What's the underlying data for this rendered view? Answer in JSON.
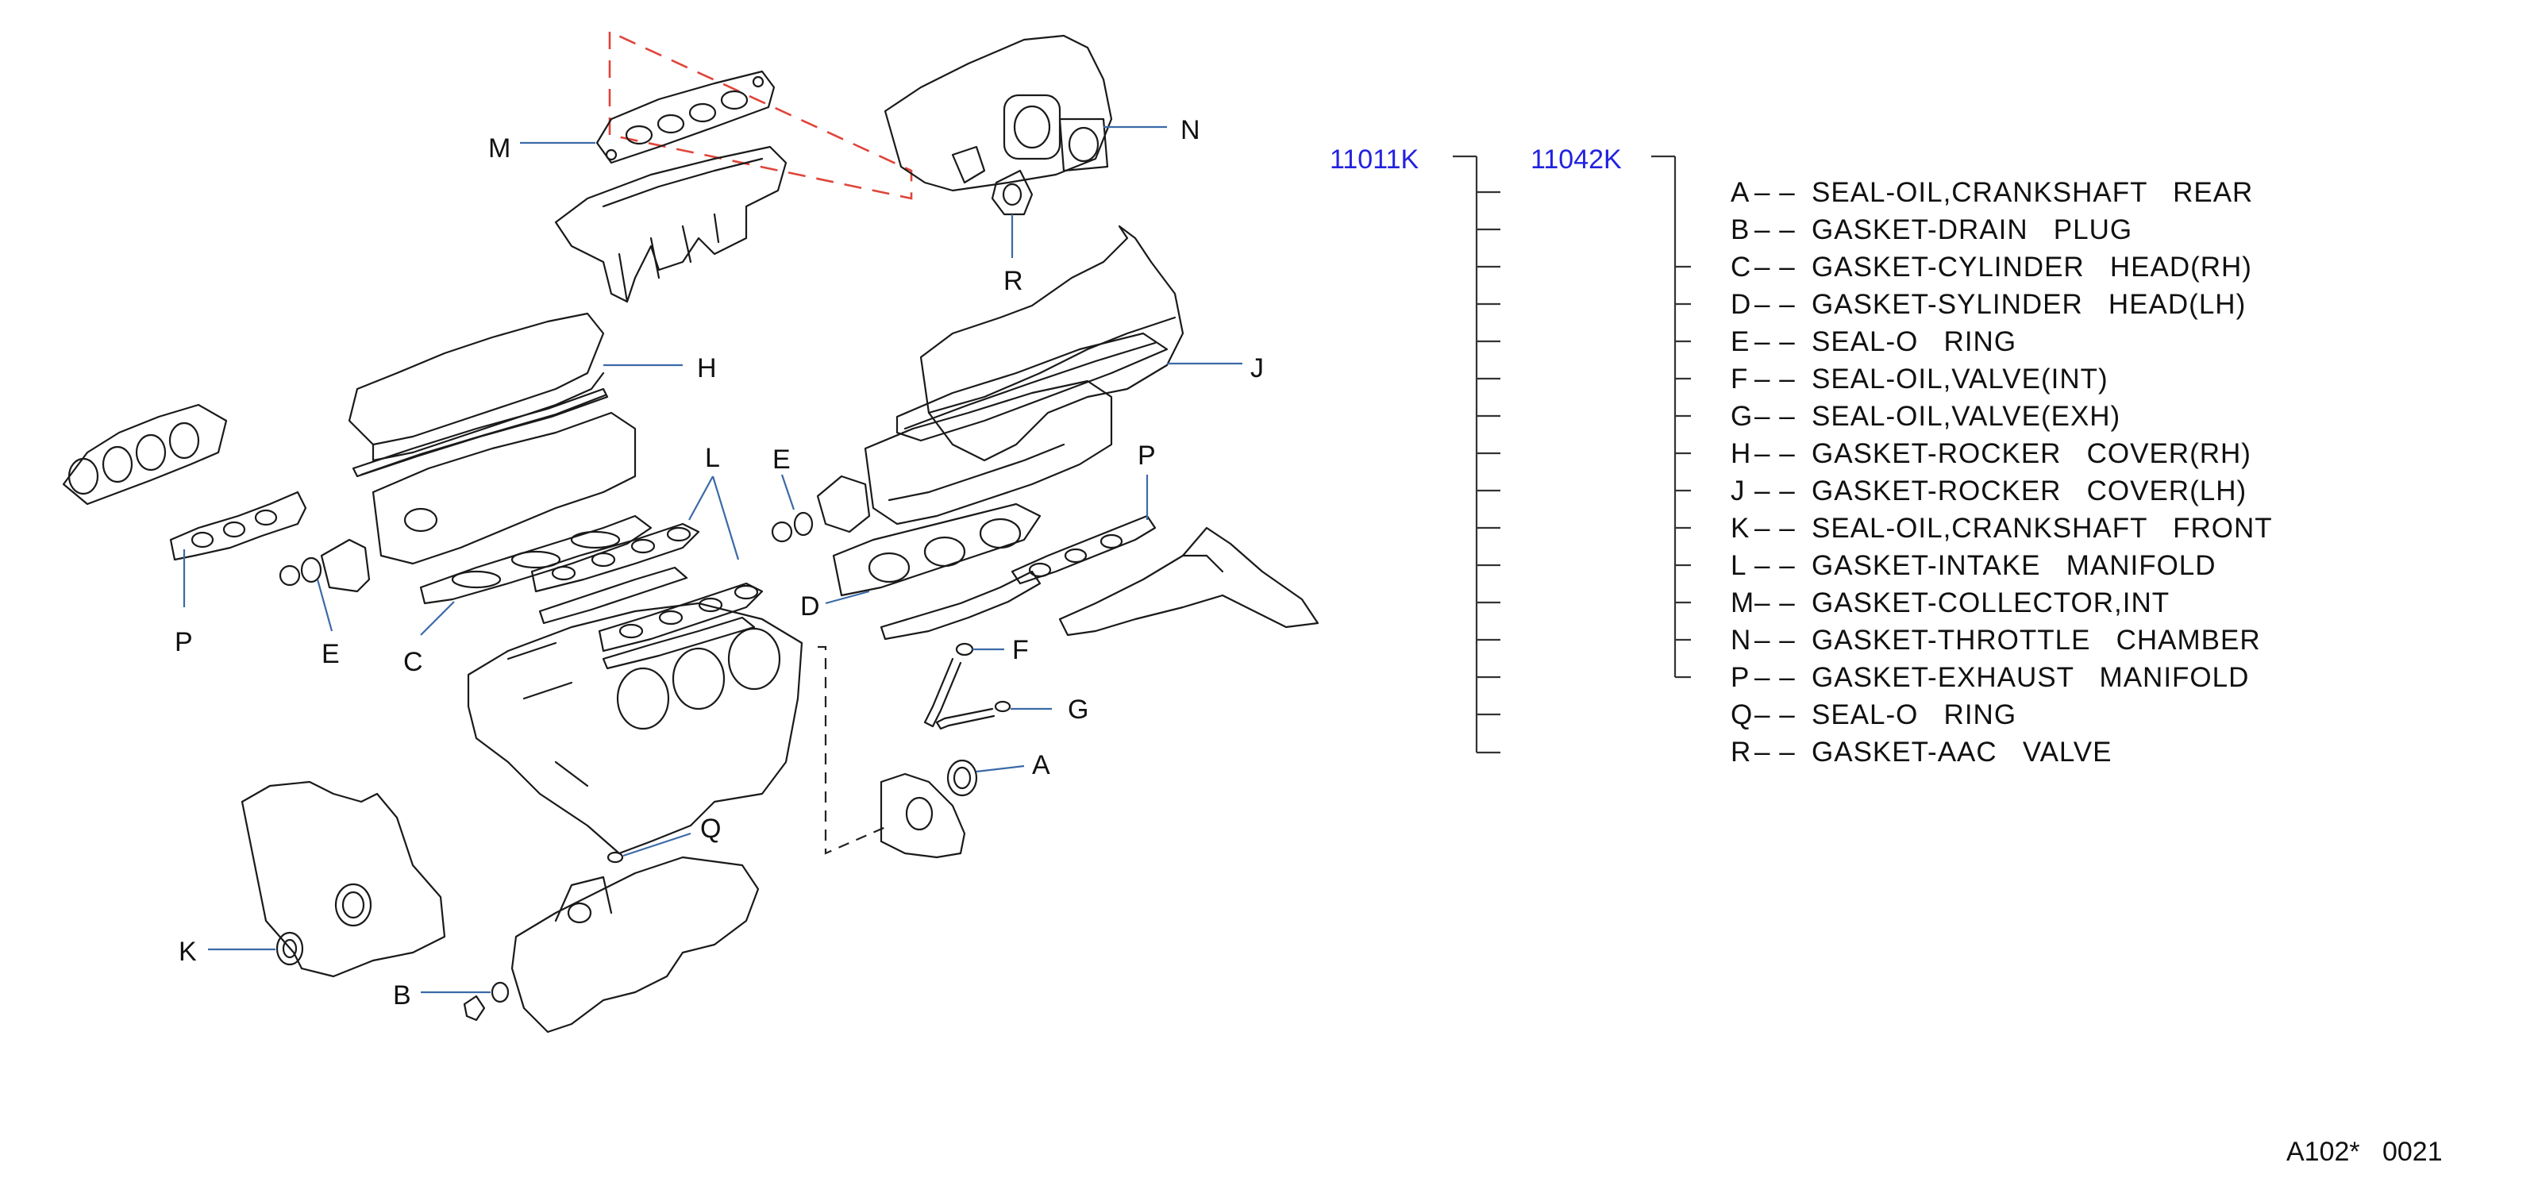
{
  "callouts": {
    "m": "M",
    "n": "N",
    "r": "R",
    "h": "H",
    "j": "J",
    "l": "L",
    "e_left": "E",
    "e_right": "E",
    "p_left": "P",
    "p_right": "P",
    "c": "C",
    "d": "D",
    "f": "F",
    "g": "G",
    "a": "A",
    "q": "Q",
    "k": "K",
    "b": "B"
  },
  "kits": {
    "primary": "11011K",
    "secondary": "11042K"
  },
  "legend": [
    {
      "code": "A",
      "sep": "– –",
      "description": "SEAL-OIL,CRANKSHAFT   REAR"
    },
    {
      "code": "B",
      "sep": "– –",
      "description": "GASKET-DRAIN   PLUG"
    },
    {
      "code": "C",
      "sep": "– –",
      "description": "GASKET-CYLINDER   HEAD(RH)"
    },
    {
      "code": "D",
      "sep": "– –",
      "description": "GASKET-SYLINDER   HEAD(LH)"
    },
    {
      "code": "E",
      "sep": "– –",
      "description": "SEAL-O   RING"
    },
    {
      "code": "F",
      "sep": "– –",
      "description": "SEAL-OIL,VALVE(INT)"
    },
    {
      "code": "G",
      "sep": "– –",
      "description": "SEAL-OIL,VALVE(EXH)"
    },
    {
      "code": "H",
      "sep": "– –",
      "description": "GASKET-ROCKER   COVER(RH)"
    },
    {
      "code": "J",
      "sep": "– –",
      "description": "GASKET-ROCKER   COVER(LH)"
    },
    {
      "code": "K",
      "sep": "– –",
      "description": "SEAL-OIL,CRANKSHAFT   FRONT"
    },
    {
      "code": "L",
      "sep": "– –",
      "description": "GASKET-INTAKE   MANIFOLD"
    },
    {
      "code": "M",
      "sep": "– –",
      "description": "GASKET-COLLECTOR,INT"
    },
    {
      "code": "N",
      "sep": "– –",
      "description": "GASKET-THROTTLE   CHAMBER"
    },
    {
      "code": "P",
      "sep": "– –",
      "description": "GASKET-EXHAUST   MANIFOLD"
    },
    {
      "code": "Q",
      "sep": "– –",
      "description": "SEAL-O   RING"
    },
    {
      "code": "R",
      "sep": "– –",
      "description": "GASKET-AAC   VALVE"
    }
  ],
  "footer": {
    "ref": "A102*   0021"
  },
  "colors": {
    "kit_label": "#2222e0",
    "leader": "#3b6aa8",
    "cut_line": "#e0443a",
    "linework": "#1a1a1a"
  }
}
